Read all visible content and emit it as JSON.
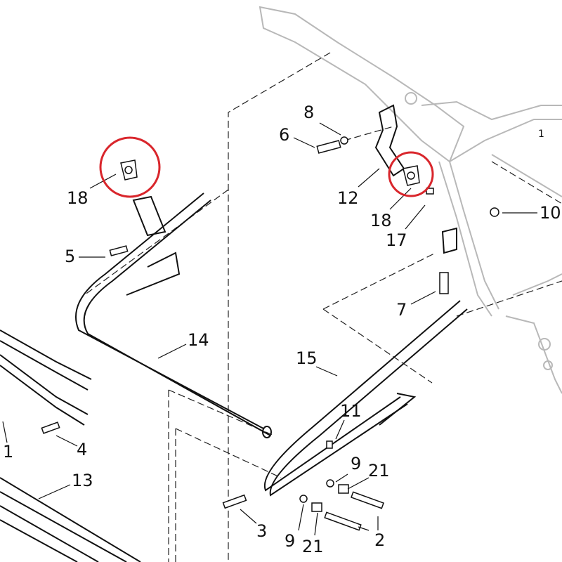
{
  "diagram": {
    "callouts": [
      {
        "id": "c18a",
        "text": "18"
      },
      {
        "id": "c5",
        "text": "5"
      },
      {
        "id": "c8",
        "text": "8"
      },
      {
        "id": "c6",
        "text": "6"
      },
      {
        "id": "c12",
        "text": "12"
      },
      {
        "id": "c18b",
        "text": "18"
      },
      {
        "id": "c17",
        "text": "17"
      },
      {
        "id": "c10",
        "text": "10"
      },
      {
        "id": "c1top",
        "text": "1"
      },
      {
        "id": "c7",
        "text": "7"
      },
      {
        "id": "c14",
        "text": "14"
      },
      {
        "id": "c15",
        "text": "15"
      },
      {
        "id": "c11",
        "text": "11"
      },
      {
        "id": "c1",
        "text": "1"
      },
      {
        "id": "c4",
        "text": "4"
      },
      {
        "id": "c13",
        "text": "13"
      },
      {
        "id": "c9a",
        "text": "9"
      },
      {
        "id": "c21a",
        "text": "21"
      },
      {
        "id": "c3",
        "text": "3"
      },
      {
        "id": "c9b",
        "text": "9"
      },
      {
        "id": "c21b",
        "text": "21"
      },
      {
        "id": "c2",
        "text": "2"
      }
    ],
    "highlight_color": "#d9262c",
    "frame_color": "#b8b8b8"
  }
}
